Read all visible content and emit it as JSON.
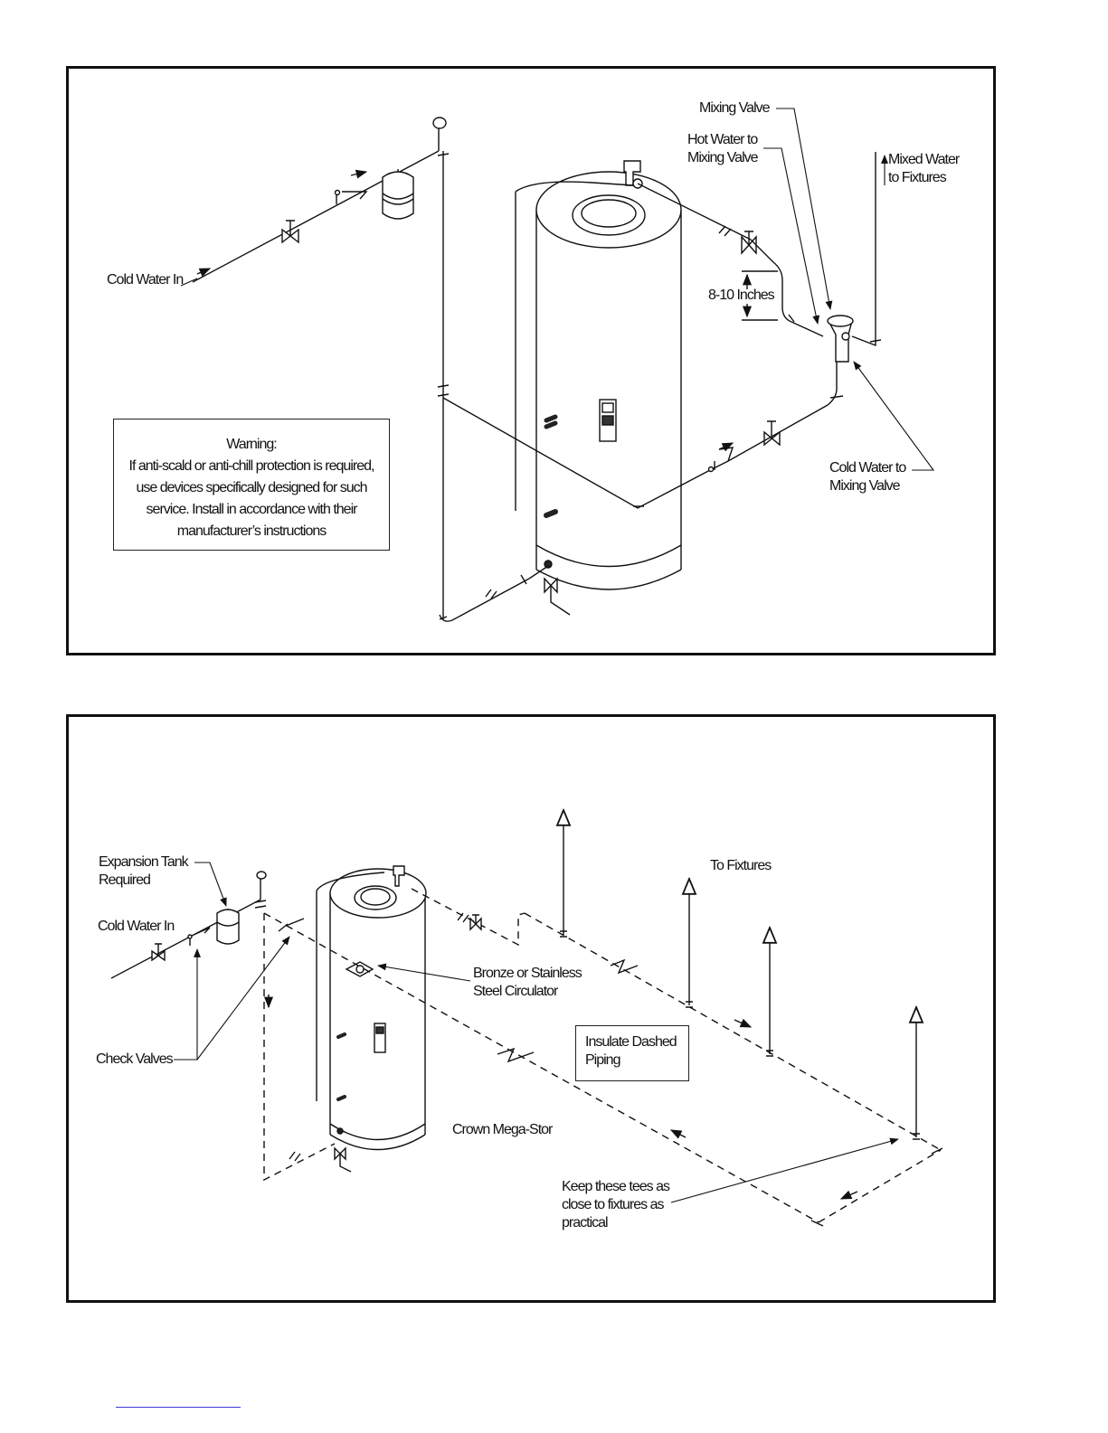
{
  "panel_top": {
    "labels": {
      "mixing_valve": "Mixing Valve",
      "hot_water_to_mixing_valve": [
        "Hot Water to",
        "Mixing Valve"
      ],
      "mixed_water_to_fixtures": [
        "Mixed Water",
        "to Fixtures"
      ],
      "cold_water_in": "Cold Water In",
      "eight_ten_inches": "8-10 Inches",
      "cold_water_to_mixing_valve": [
        "Cold Water to",
        "Mixing Valve"
      ]
    },
    "warning": {
      "title": "Warning:",
      "lines": [
        "If anti-scald or anti-chill protection is required,",
        "use devices specifically designed for such",
        "service. Install in accordance with their",
        "manufacturer’s instructions"
      ]
    }
  },
  "panel_bottom": {
    "labels": {
      "expansion_tank": [
        "Expansion Tank",
        "Required"
      ],
      "cold_water_in": "Cold Water In",
      "check_valves": "Check Valves",
      "to_fixtures": "To Fixtures",
      "circulator": [
        "Bronze or Stainless",
        "Steel Circulator"
      ],
      "insulate": [
        "Insulate Dashed",
        "Piping"
      ],
      "crown": "Crown Mega-Stor",
      "keep_tees": [
        "Keep these tees as",
        "close to fixtures as",
        "practical"
      ]
    }
  },
  "colors": {
    "line": "#111111",
    "footer_link": "#3b3bd8"
  }
}
